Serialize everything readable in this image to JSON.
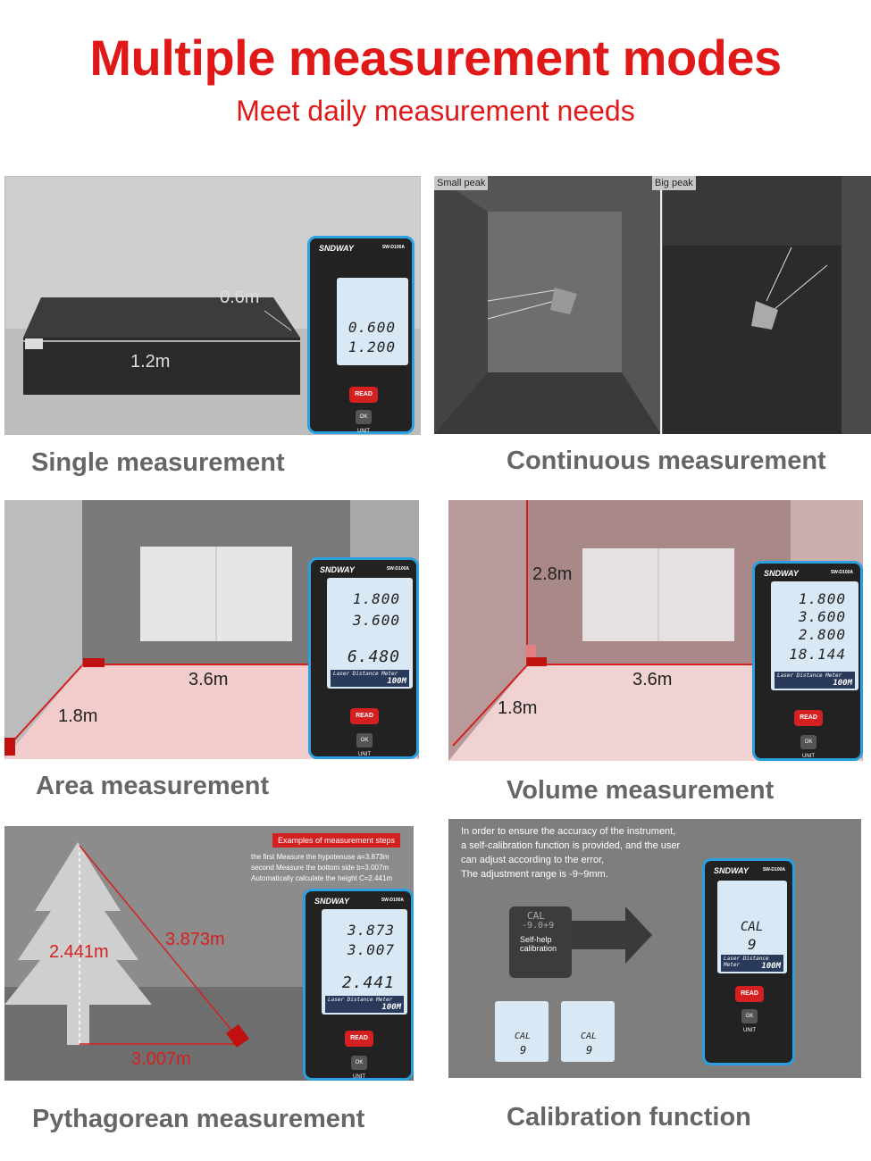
{
  "header": {
    "title": "Multiple measurement modes",
    "subtitle": "Meet daily measurement needs"
  },
  "device": {
    "brand": "SNDWAY",
    "model": "SW-D100A",
    "footer_label": "Laser Distance Meter",
    "footer_range": "100M",
    "read_label": "READ",
    "ok_label": "OK UNIT"
  },
  "panels": {
    "single": {
      "caption": "Single measurement",
      "dim_depth": "0.6m",
      "dim_length": "1.2m",
      "lcd": [
        "0.600",
        "1.200"
      ]
    },
    "continuous": {
      "caption": "Continuous measurement",
      "tag_small": "Small peak",
      "tag_big": "Big peak"
    },
    "area": {
      "caption": "Area measurement",
      "dim_a": "3.6m",
      "dim_b": "1.8m",
      "lcd": [
        "1.800",
        "3.600",
        "6.480"
      ]
    },
    "volume": {
      "caption": "Volume measurement",
      "dim_h": "2.8m",
      "dim_a": "3.6m",
      "dim_b": "1.8m",
      "lcd": [
        "1.800",
        "3.600",
        "2.800",
        "18.144"
      ]
    },
    "pythagorean": {
      "caption": "Pythagorean measurement",
      "steps_title": "Examples of measurement steps",
      "steps": [
        "the first Measure the hypotenuse a=3.873m",
        "second Measure the bottom side b=3.007m",
        "Automatically calculate the height C=2.441m"
      ],
      "dim_height": "2.441m",
      "dim_hyp": "3.873m",
      "dim_base": "3.007m",
      "lcd": [
        "3.873",
        "3.007",
        "2.441"
      ]
    },
    "calibration": {
      "caption": "Calibration function",
      "note": [
        "In order to ensure the accuracy of the instrument,",
        "a self-calibration function is provided, and the user",
        " can adjust according to the error,",
        "The adjustment range is -9~9mm."
      ],
      "card_top": "CAL",
      "card_range": "-9.0+9",
      "card_label": "Self-help calibration",
      "lcd_word": "CAL",
      "lcd_value": "9"
    }
  },
  "colors": {
    "accent_red": "#e01818",
    "device_blue": "#2aa0e0",
    "laser_red": "#d42020"
  }
}
